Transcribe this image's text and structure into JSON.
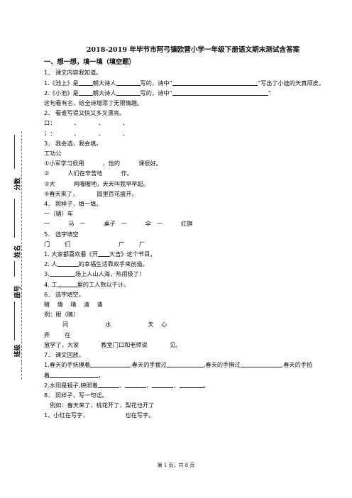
{
  "side": {
    "label_score": "分数",
    "label_name": "姓名",
    "label_seat": "座号",
    "label_class": "班级"
  },
  "title": "2018-2019 年毕节市阿弓镇欧营小学一年级下册语文期末测试含答案",
  "section1": "一、想一想，填一填（填空题）",
  "q1": {
    "head": "1． 课文内容我知道。",
    "l1a": "1.《池上》是",
    "l1b": "朝大诗人",
    "l1c": "写的，诗中“",
    "l1d": "”写出了小娃的天真顽皮。",
    "l2a": "2.《小池》是",
    "l2b": "朝大诗人",
    "l2c": "写的，诗中“",
    "l2d": "”",
    "l3": "这句看有名，给全诗增添了无限情趣。"
  },
  "q2": {
    "head": "2． 看谁写得又快又多叉漂亮。",
    "l1": "口：          、          、          、",
    "l2": "氵：          、          、          、"
  },
  "q3": {
    "head": "3． 我会选，我会填。",
    "words": "工功公",
    "l1": "①小军学习很用          ，他的          课很好。",
    "l2": "②          人们在辛苦地          作。",
    "l3": "③大          鸡喔喔地，天天叫我早早起。",
    "l4": "④春天来了，          园里百花盛开。"
  },
  "q4": {
    "head": "4． 照样子，填一填。",
    "example": "一（辆）车",
    "l1": "一          马   一          桌子   一          伞   一          红旗"
  },
  "q5": {
    "head": "5． 选字填空",
    "chars": "门        们                          广        厂",
    "l1a": "1. 大家都喜欢看《开",
    "l1b": "大吉》这个节目。",
    "l2a": "2. 人",
    "l2b": "的幸福生活靠双手来创造。",
    "l3a": "3.",
    "l3b": "场上人山人海，热闹极了！",
    "l4a": "4. 工",
    "l4b": "里的工人数以千计。"
  },
  "q6": {
    "head": "6． 选字填空。",
    "chars": "睛    情    晴    清    请",
    "example": "例：眼（睛）",
    "l1": "          问                    水                    天    心",
    "l2": "弄        在",
    "l3": "放学了，大家            教室门口和老师说            见。"
  },
  "q7": {
    "head": "7． 课文回放。",
    "l1a": "1.春天的手抚摸着",
    "l1b": ",春天的手拔过",
    "l1c": ",春天的手拂过",
    "l1d": ",春天的手拍",
    "l2a": "着",
    "l2b": "。",
    "l3a": "2.水田是镜子,映照着",
    "l3b": "、",
    "l3c": "、",
    "l3d": "、",
    "l3e": "。"
  },
  "q8": {
    "head": "8． 照样子，写一句话。",
    "example": "例如：春天来了，桃花开了，梨花也开了",
    "l1a": "1、小红在写字，",
    "l1b": "也在写字。"
  },
  "footer": "第 1 页，共 8 页"
}
